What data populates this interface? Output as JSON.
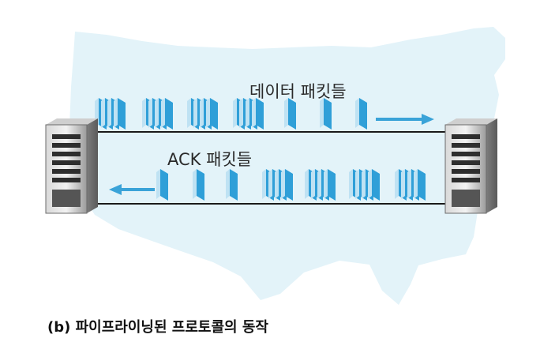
{
  "labels": {
    "data_packets": "데이터 패킷들",
    "ack_packets": "ACK 패킷들",
    "caption": "(b) 파이프라이닝된 프로토콜의 동작"
  },
  "colors": {
    "map": "#dff1f8",
    "packet_front": "#2f9fd8",
    "packet_side": "#bfe2f3",
    "line": "#1a1a1a",
    "arrow": "#3aa3d8",
    "server_dark": "#2e2e2e",
    "server_light": "#b9b9b9"
  },
  "icons": {
    "left_server": "server-tower-icon",
    "right_server": "server-tower-icon"
  }
}
